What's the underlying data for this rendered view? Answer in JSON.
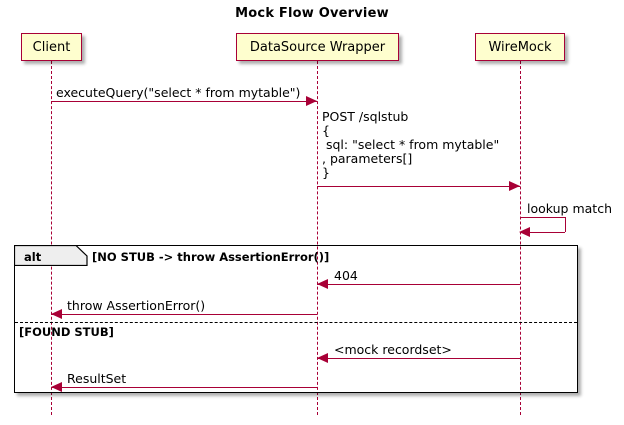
{
  "diagram": {
    "kind": "uml-sequence-diagram",
    "title": "Mock Flow Overview",
    "colors": {
      "participant_fill": "#FEFECE",
      "participant_border": "#A80036",
      "arrow": "#A80036",
      "lifeline": "#A80036",
      "fragment_border": "#000000",
      "fragment_tab_fill": "#EEEEEE",
      "background": "#FFFFFF"
    },
    "participants": [
      {
        "id": "client",
        "label": "Client"
      },
      {
        "id": "wrapper",
        "label": "DataSource Wrapper"
      },
      {
        "id": "wiremock",
        "label": "WireMock"
      }
    ],
    "messages": [
      {
        "id": "m1",
        "from": "client",
        "to": "wrapper",
        "direction": "right",
        "label": "executeQuery(\"select * from mytable\")"
      },
      {
        "id": "m2",
        "from": "wrapper",
        "to": "wiremock",
        "direction": "right",
        "label": "POST /sqlstub\n{\n sql: \"select * from mytable\"\n, parameters[]\n}"
      },
      {
        "id": "m3",
        "from": "wiremock",
        "to": "wiremock",
        "direction": "self",
        "label": "lookup match"
      },
      {
        "id": "m4",
        "from": "wiremock",
        "to": "wrapper",
        "direction": "left",
        "label": "404"
      },
      {
        "id": "m5",
        "from": "wrapper",
        "to": "client",
        "direction": "left",
        "label": "throw AssertionError()"
      },
      {
        "id": "m6",
        "from": "wiremock",
        "to": "wrapper",
        "direction": "left",
        "label": "<mock recordset>"
      },
      {
        "id": "m7",
        "from": "wrapper",
        "to": "client",
        "direction": "left",
        "label": "ResultSet"
      }
    ],
    "fragment": {
      "operator": "alt",
      "branches": [
        {
          "condition": "[NO STUB -> throw AssertionError()]"
        },
        {
          "condition": "[FOUND STUB]"
        }
      ]
    }
  }
}
